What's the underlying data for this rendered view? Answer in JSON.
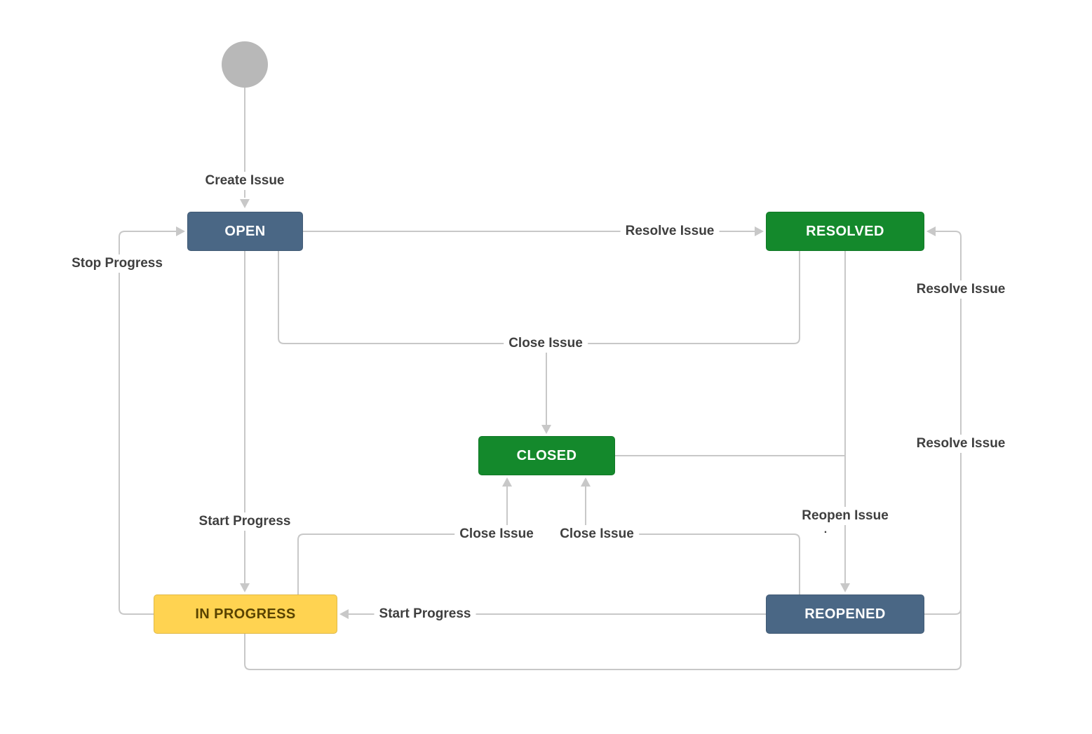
{
  "colors": {
    "line_color": "#c8c8c8",
    "label_color": "#3f3f3f",
    "node_blue": "#4a6785",
    "node_green": "#14892c",
    "node_yellow": "#ffd351",
    "node_text_light": "#ffffff",
    "node_text_dark": "#594300",
    "start_circle": "#b8b8b8"
  },
  "nodes": {
    "start": {
      "type": "start-circle"
    },
    "open": {
      "label": "OPEN"
    },
    "resolved": {
      "label": "RESOLVED"
    },
    "closed": {
      "label": "CLOSED"
    },
    "in_progress": {
      "label": "IN PROGRESS"
    },
    "reopened": {
      "label": "REOPENED"
    }
  },
  "edge_labels": {
    "create_issue": "Create Issue",
    "resolve_issue_open": "Resolve Issue",
    "stop_progress": "Stop Progress",
    "close_issue_top": "Close Issue",
    "start_progress_open": "Start Progress",
    "close_issue_in_progress": "Close Issue",
    "close_issue_reopened": "Close Issue",
    "reopen_issue": "Reopen Issue",
    "reopen_issue_dot": ".",
    "start_progress_reopened": "Start Progress",
    "resolve_issue_reopened": "Resolve Issue",
    "resolve_issue_in_progress": "Resolve Issue"
  }
}
